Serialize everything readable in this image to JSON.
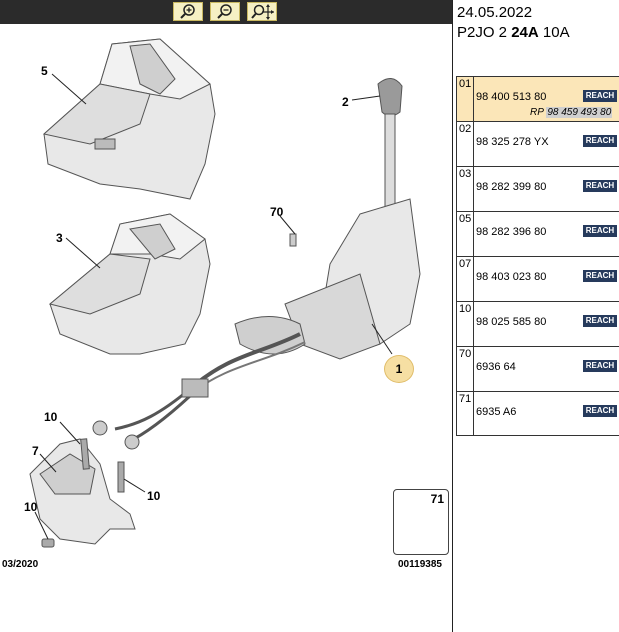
{
  "toolbar": {
    "buttons": [
      {
        "name": "zoom-in-icon"
      },
      {
        "name": "zoom-out-icon"
      },
      {
        "name": "zoom-pan-icon"
      }
    ]
  },
  "diagram": {
    "callouts": {
      "c5": "5",
      "c2": "2",
      "c70": "70",
      "c3": "3",
      "c1": "1",
      "c10a": "10",
      "c7": "7",
      "c10b": "10",
      "c10c": "10",
      "c71": "71"
    },
    "date_code": "03/2020",
    "ref_code": "00119385"
  },
  "panel": {
    "date": "24.05.2022",
    "model_prefix": "P2JO 2 ",
    "model_bold": "24A",
    "model_suffix": " 10A"
  },
  "parts": [
    {
      "idx": "01",
      "part": "98 400 513 80",
      "reach": "REACH",
      "rp_label": "RP",
      "rp": "98 459 493 80",
      "selected": true
    },
    {
      "idx": "02",
      "part": "98 325 278 YX",
      "reach": "REACH"
    },
    {
      "idx": "03",
      "part": "98 282 399 80",
      "reach": "REACH"
    },
    {
      "idx": "05",
      "part": "98 282 396 80",
      "reach": "REACH"
    },
    {
      "idx": "07",
      "part": "98 403 023 80",
      "reach": "REACH"
    },
    {
      "idx": "10",
      "part": "98 025 585 80",
      "reach": "REACH"
    },
    {
      "idx": "70",
      "part": "6936 64",
      "reach": "REACH"
    },
    {
      "idx": "71",
      "part": "6935 A6",
      "reach": "REACH"
    }
  ],
  "colors": {
    "toolbar_bg": "#2b2b2b",
    "selected_row": "#fbe6b8",
    "reach_badge": "#263a5c",
    "callout_1": "#f6dfa3"
  }
}
